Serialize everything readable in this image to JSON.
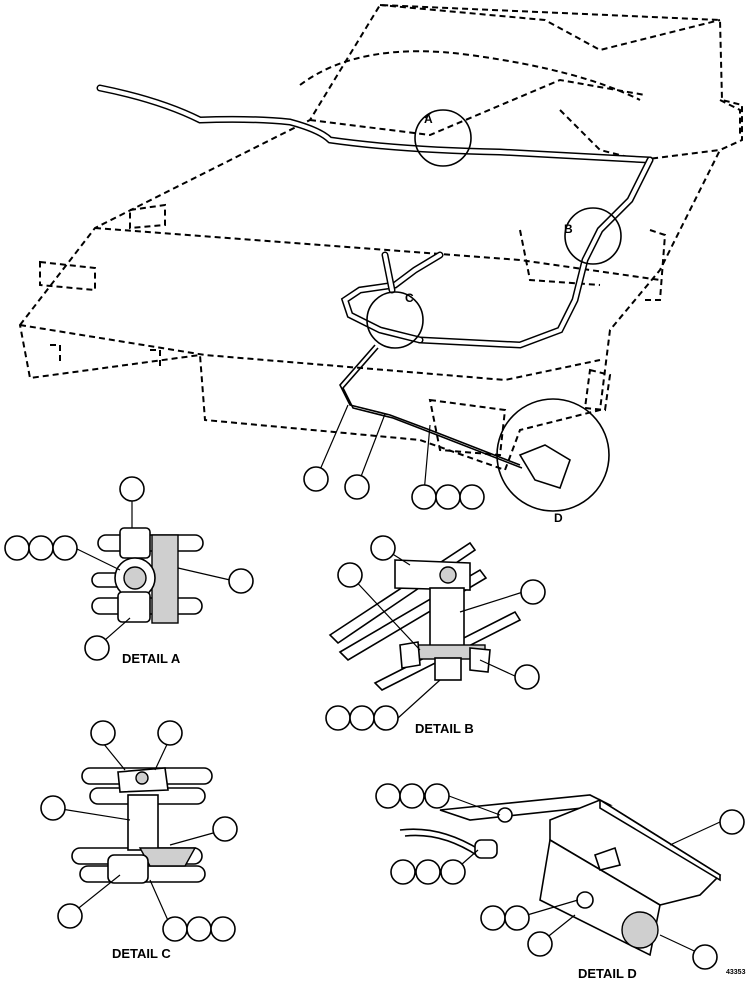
{
  "view_labels": {
    "a": "A",
    "b": "B",
    "c": "C",
    "d": "D"
  },
  "detail_titles": {
    "a": "DETAIL A",
    "b": "DETAIL B",
    "c": "DETAIL C",
    "d": "DETAIL D"
  },
  "figure_number": "43353"
}
